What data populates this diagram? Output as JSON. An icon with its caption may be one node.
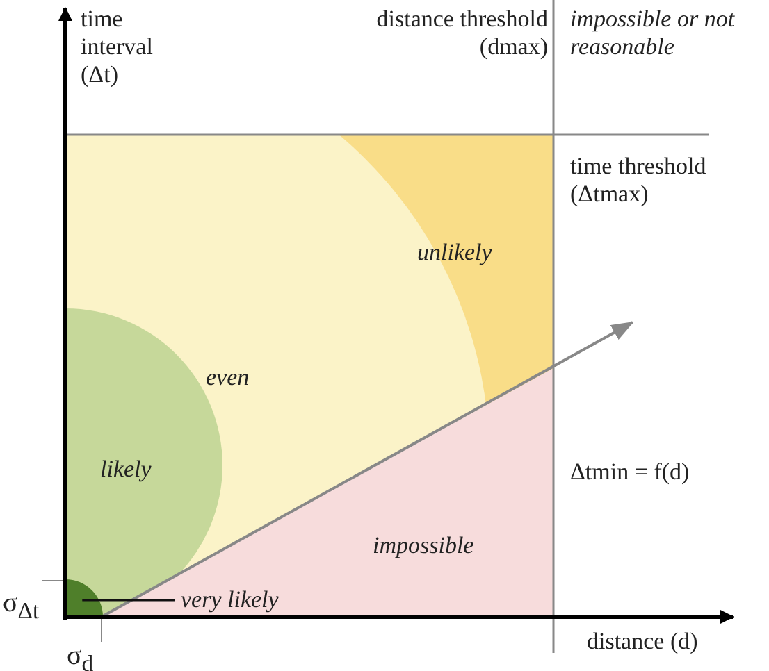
{
  "diagram": {
    "nodes": [
      {
        "text": [
          "very likely"
        ]
      },
      {
        "text": [],
        "shape": "circle"
      }
    ],
    "edges": [
      {
        "from": 0,
        "to": 1,
        "arrow": "none"
      }
    ],
    "labels": [
      "time interval (Δt)",
      "distance threshold (dmax)",
      "impossible or not reasonable",
      "time threshold (Δtmax)",
      "unlikely",
      "even",
      "Δtmin = f(d)",
      "likely",
      "impossible",
      "σ$_{Δt}$",
      "σ$_{d}$",
      "distance (d)"
    ]
  }
}
